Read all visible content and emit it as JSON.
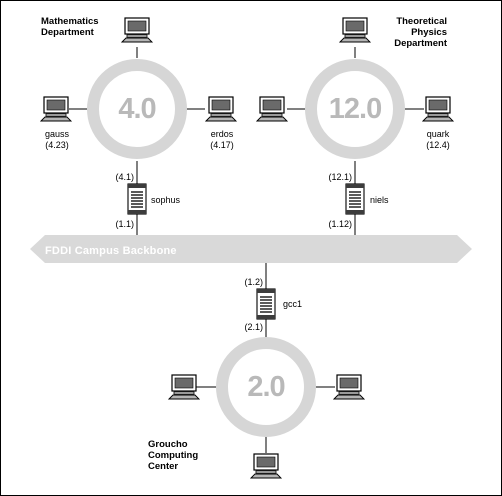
{
  "departments": {
    "math": "Mathematics\nDepartment",
    "physics": "Theoretical\nPhysics\nDepartment",
    "computing": "Groucho\nComputing\nCenter"
  },
  "networks": {
    "net4": "4.0",
    "net12": "12.0",
    "net2": "2.0"
  },
  "backbone": {
    "label": "FDDI Campus Backbone"
  },
  "hosts": {
    "gauss": {
      "name": "gauss",
      "addr": "(4.23)"
    },
    "erdos": {
      "name": "erdos",
      "addr": "(4.17)"
    },
    "quark": {
      "name": "quark",
      "addr": "(12.4)"
    }
  },
  "gateways": {
    "sophus": {
      "name": "sophus",
      "addr_upper": "(4.1)",
      "addr_lower": "(1.1)"
    },
    "niels": {
      "name": "niels",
      "addr_upper": "(12.1)",
      "addr_lower": "(1.12)"
    },
    "gcc1": {
      "name": "gcc1",
      "addr_upper": "(1.2)",
      "addr_lower": "(2.1)"
    }
  },
  "colors": {
    "ring": "#d6d6d6",
    "backbone": "#d9d9d9",
    "ring_text": "#b9b9b9",
    "line": "#000000"
  }
}
